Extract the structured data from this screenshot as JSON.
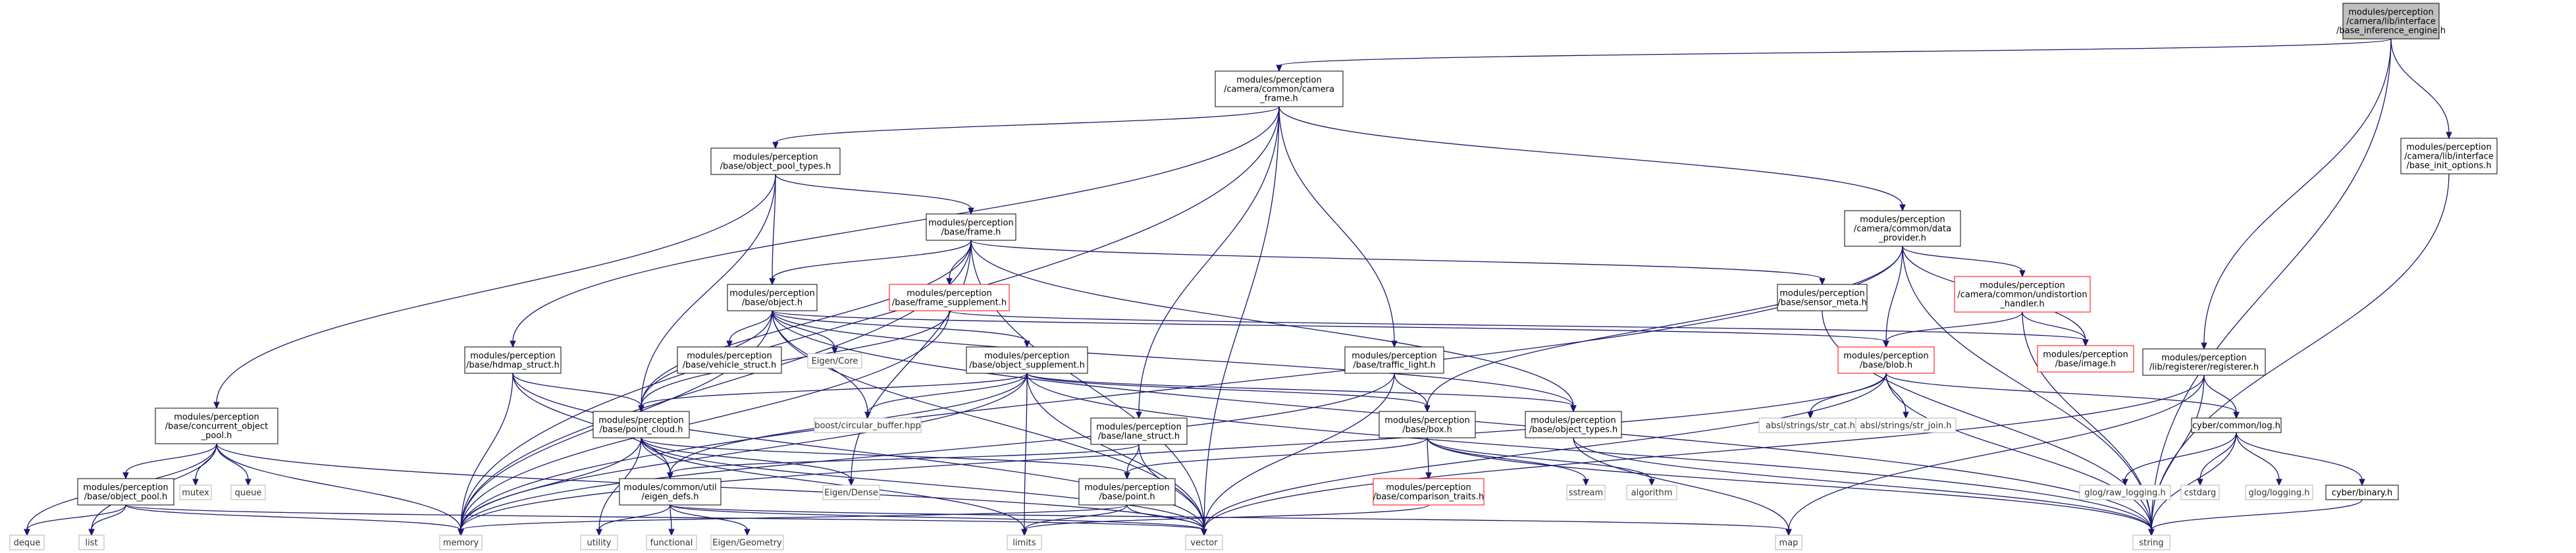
{
  "nodes": [
    {
      "id": "root",
      "lines": [
        "modules/perception",
        "/camera/lib/interface",
        "/base_inference_engine.h"
      ],
      "style": "root"
    },
    {
      "id": "cam_frame",
      "lines": [
        "modules/perception",
        "/camera/common/camera",
        "_frame.h"
      ],
      "style": "normal"
    },
    {
      "id": "init_opts",
      "lines": [
        "modules/perception",
        "/camera/lib/interface",
        "/base_init_options.h"
      ],
      "style": "normal"
    },
    {
      "id": "registerer",
      "lines": [
        "modules/perception",
        "/lib/registerer/registerer.h"
      ],
      "style": "normal"
    },
    {
      "id": "obj_pool_types",
      "lines": [
        "modules/perception",
        "/base/object_pool_types.h"
      ],
      "style": "normal"
    },
    {
      "id": "data_provider",
      "lines": [
        "modules/perception",
        "/camera/common/data",
        "_provider.h"
      ],
      "style": "normal"
    },
    {
      "id": "frame",
      "lines": [
        "modules/perception",
        "/base/frame.h"
      ],
      "style": "normal"
    },
    {
      "id": "undistortion",
      "lines": [
        "modules/perception",
        "/camera/common/undistortion",
        "_handler.h"
      ],
      "style": "red"
    },
    {
      "id": "sensor_meta",
      "lines": [
        "modules/perception",
        "/base/sensor_meta.h"
      ],
      "style": "normal"
    },
    {
      "id": "object",
      "lines": [
        "modules/perception",
        "/base/object.h"
      ],
      "style": "normal"
    },
    {
      "id": "frame_supp",
      "lines": [
        "modules/perception",
        "/base/frame_supplement.h"
      ],
      "style": "red"
    },
    {
      "id": "image",
      "lines": [
        "modules/perception",
        "/base/image.h"
      ],
      "style": "red"
    },
    {
      "id": "hdmap",
      "lines": [
        "modules/perception",
        "/base/hdmap_struct.h"
      ],
      "style": "normal"
    },
    {
      "id": "vehicle",
      "lines": [
        "modules/perception",
        "/base/vehicle_struct.h"
      ],
      "style": "normal"
    },
    {
      "id": "eigen_core",
      "lines": [
        "Eigen/Core"
      ],
      "style": "gray"
    },
    {
      "id": "obj_supp",
      "lines": [
        "modules/perception",
        "/base/object_supplement.h"
      ],
      "style": "normal"
    },
    {
      "id": "traffic",
      "lines": [
        "modules/perception",
        "/base/traffic_light.h"
      ],
      "style": "normal"
    },
    {
      "id": "blob",
      "lines": [
        "modules/perception",
        "/base/blob.h"
      ],
      "style": "red"
    },
    {
      "id": "conc_pool",
      "lines": [
        "modules/perception",
        "/base/concurrent_object",
        "_pool.h"
      ],
      "style": "normal"
    },
    {
      "id": "point_cloud",
      "lines": [
        "modules/perception",
        "/base/point_cloud.h"
      ],
      "style": "normal"
    },
    {
      "id": "boost_cb",
      "lines": [
        "boost/circular_buffer.hpp"
      ],
      "style": "gray"
    },
    {
      "id": "lane",
      "lines": [
        "modules/perception",
        "/base/lane_struct.h"
      ],
      "style": "normal"
    },
    {
      "id": "box",
      "lines": [
        "modules/perception",
        "/base/box.h"
      ],
      "style": "normal"
    },
    {
      "id": "obj_types",
      "lines": [
        "modules/perception",
        "/base/object_types.h"
      ],
      "style": "normal"
    },
    {
      "id": "str_cat",
      "lines": [
        "absl/strings/str_cat.h"
      ],
      "style": "gray"
    },
    {
      "id": "str_join",
      "lines": [
        "absl/strings/str_join.h"
      ],
      "style": "gray"
    },
    {
      "id": "log",
      "lines": [
        "cyber/common/log.h"
      ],
      "style": "normal"
    },
    {
      "id": "obj_pool",
      "lines": [
        "modules/perception",
        "/base/object_pool.h"
      ],
      "style": "normal"
    },
    {
      "id": "mutex",
      "lines": [
        "mutex"
      ],
      "style": "gray"
    },
    {
      "id": "queue",
      "lines": [
        "queue"
      ],
      "style": "gray"
    },
    {
      "id": "eigen_defs",
      "lines": [
        "modules/common/util",
        "/eigen_defs.h"
      ],
      "style": "normal"
    },
    {
      "id": "eigen_dense",
      "lines": [
        "Eigen/Dense"
      ],
      "style": "gray"
    },
    {
      "id": "point",
      "lines": [
        "modules/perception",
        "/base/point.h"
      ],
      "style": "normal"
    },
    {
      "id": "comparison",
      "lines": [
        "modules/perception",
        "/base/comparison_traits.h"
      ],
      "style": "red"
    },
    {
      "id": "sstream",
      "lines": [
        "sstream"
      ],
      "style": "gray"
    },
    {
      "id": "algorithm",
      "lines": [
        "algorithm"
      ],
      "style": "gray"
    },
    {
      "id": "glog_raw",
      "lines": [
        "glog/raw_logging.h"
      ],
      "style": "gray"
    },
    {
      "id": "cstdarg",
      "lines": [
        "cstdarg"
      ],
      "style": "gray"
    },
    {
      "id": "glog",
      "lines": [
        "glog/logging.h"
      ],
      "style": "gray"
    },
    {
      "id": "binary",
      "lines": [
        "cyber/binary.h"
      ],
      "style": "normal"
    },
    {
      "id": "deque",
      "lines": [
        "deque"
      ],
      "style": "gray"
    },
    {
      "id": "list",
      "lines": [
        "list"
      ],
      "style": "gray"
    },
    {
      "id": "memory",
      "lines": [
        "memory"
      ],
      "style": "gray"
    },
    {
      "id": "utility",
      "lines": [
        "utility"
      ],
      "style": "gray"
    },
    {
      "id": "functional",
      "lines": [
        "functional"
      ],
      "style": "gray"
    },
    {
      "id": "eigen_geom",
      "lines": [
        "Eigen/Geometry"
      ],
      "style": "gray"
    },
    {
      "id": "limits",
      "lines": [
        "limits"
      ],
      "style": "gray"
    },
    {
      "id": "vector",
      "lines": [
        "vector"
      ],
      "style": "gray"
    },
    {
      "id": "map",
      "lines": [
        "map"
      ],
      "style": "gray"
    },
    {
      "id": "string",
      "lines": [
        "string"
      ],
      "style": "gray"
    }
  ],
  "edges": [
    [
      "root",
      "cam_frame"
    ],
    [
      "root",
      "init_opts"
    ],
    [
      "root",
      "registerer"
    ],
    [
      "root",
      "string"
    ],
    [
      "cam_frame",
      "obj_pool_types"
    ],
    [
      "cam_frame",
      "data_provider"
    ],
    [
      "cam_frame",
      "hdmap"
    ],
    [
      "cam_frame",
      "traffic"
    ],
    [
      "cam_frame",
      "lane"
    ],
    [
      "cam_frame",
      "memory"
    ],
    [
      "cam_frame",
      "vector"
    ],
    [
      "init_opts",
      "string"
    ],
    [
      "registerer",
      "log"
    ],
    [
      "registerer",
      "map"
    ],
    [
      "registerer",
      "string"
    ],
    [
      "registerer",
      "vector"
    ],
    [
      "obj_pool_types",
      "frame"
    ],
    [
      "obj_pool_types",
      "object"
    ],
    [
      "obj_pool_types",
      "conc_pool"
    ],
    [
      "obj_pool_types",
      "point_cloud"
    ],
    [
      "data_provider",
      "undistortion"
    ],
    [
      "data_provider",
      "blob"
    ],
    [
      "data_provider",
      "image"
    ],
    [
      "data_provider",
      "box"
    ],
    [
      "data_provider",
      "memory"
    ],
    [
      "data_provider",
      "string"
    ],
    [
      "frame",
      "object"
    ],
    [
      "frame",
      "frame_supp"
    ],
    [
      "frame",
      "sensor_meta"
    ],
    [
      "frame",
      "obj_types"
    ],
    [
      "frame",
      "point_cloud"
    ],
    [
      "frame",
      "memory"
    ],
    [
      "frame",
      "vector"
    ],
    [
      "frame",
      "eigen_dense"
    ],
    [
      "undistortion",
      "blob"
    ],
    [
      "undistortion",
      "image"
    ],
    [
      "undistortion",
      "string"
    ],
    [
      "sensor_meta",
      "string"
    ],
    [
      "object",
      "vehicle"
    ],
    [
      "object",
      "eigen_core"
    ],
    [
      "object",
      "obj_supp"
    ],
    [
      "object",
      "obj_types"
    ],
    [
      "object",
      "point_cloud"
    ],
    [
      "object",
      "boost_cb"
    ],
    [
      "object",
      "memory"
    ],
    [
      "object",
      "vector"
    ],
    [
      "object",
      "string"
    ],
    [
      "object",
      "blob"
    ],
    [
      "frame_supp",
      "image"
    ],
    [
      "frame_supp",
      "point_cloud"
    ],
    [
      "frame_supp",
      "memory"
    ],
    [
      "hdmap",
      "point_cloud"
    ],
    [
      "hdmap",
      "eigen_defs"
    ],
    [
      "hdmap",
      "memory"
    ],
    [
      "hdmap",
      "vector"
    ],
    [
      "obj_supp",
      "box"
    ],
    [
      "obj_supp",
      "obj_types"
    ],
    [
      "obj_supp",
      "point_cloud"
    ],
    [
      "obj_supp",
      "boost_cb"
    ],
    [
      "obj_supp",
      "eigen_defs"
    ],
    [
      "obj_supp",
      "limits"
    ],
    [
      "obj_supp",
      "memory"
    ],
    [
      "obj_supp",
      "vector"
    ],
    [
      "obj_supp",
      "string"
    ],
    [
      "traffic",
      "box"
    ],
    [
      "traffic",
      "memory"
    ],
    [
      "traffic",
      "vector"
    ],
    [
      "blob",
      "log"
    ],
    [
      "blob",
      "str_cat"
    ],
    [
      "blob",
      "str_join"
    ],
    [
      "blob",
      "memory"
    ],
    [
      "blob",
      "vector"
    ],
    [
      "blob",
      "string"
    ],
    [
      "conc_pool",
      "obj_pool"
    ],
    [
      "conc_pool",
      "mutex"
    ],
    [
      "conc_pool",
      "queue"
    ],
    [
      "conc_pool",
      "deque"
    ],
    [
      "conc_pool",
      "list"
    ],
    [
      "conc_pool",
      "memory"
    ],
    [
      "conc_pool",
      "vector"
    ],
    [
      "point_cloud",
      "eigen_defs"
    ],
    [
      "point_cloud",
      "point"
    ],
    [
      "point_cloud",
      "eigen_dense"
    ],
    [
      "point_cloud",
      "utility"
    ],
    [
      "point_cloud",
      "memory"
    ],
    [
      "point_cloud",
      "vector"
    ],
    [
      "point_cloud",
      "limits"
    ],
    [
      "lane",
      "point"
    ],
    [
      "lane",
      "eigen_defs"
    ],
    [
      "lane",
      "vector"
    ],
    [
      "box",
      "point"
    ],
    [
      "box",
      "comparison"
    ],
    [
      "box",
      "sstream"
    ],
    [
      "box",
      "algorithm"
    ],
    [
      "box",
      "string"
    ],
    [
      "obj_types",
      "map"
    ],
    [
      "obj_types",
      "string"
    ],
    [
      "log",
      "glog_raw"
    ],
    [
      "log",
      "cstdarg"
    ],
    [
      "log",
      "glog"
    ],
    [
      "log",
      "binary"
    ],
    [
      "log",
      "string"
    ],
    [
      "binary",
      "string"
    ],
    [
      "obj_pool",
      "deque"
    ],
    [
      "obj_pool",
      "list"
    ],
    [
      "obj_pool",
      "memory"
    ],
    [
      "obj_pool",
      "vector"
    ],
    [
      "eigen_defs",
      "utility"
    ],
    [
      "eigen_defs",
      "functional"
    ],
    [
      "eigen_defs",
      "eigen_geom"
    ],
    [
      "eigen_defs",
      "map"
    ],
    [
      "eigen_defs",
      "vector"
    ],
    [
      "point",
      "limits"
    ],
    [
      "point",
      "memory"
    ],
    [
      "point",
      "vector"
    ],
    [
      "comparison",
      "limits"
    ]
  ]
}
